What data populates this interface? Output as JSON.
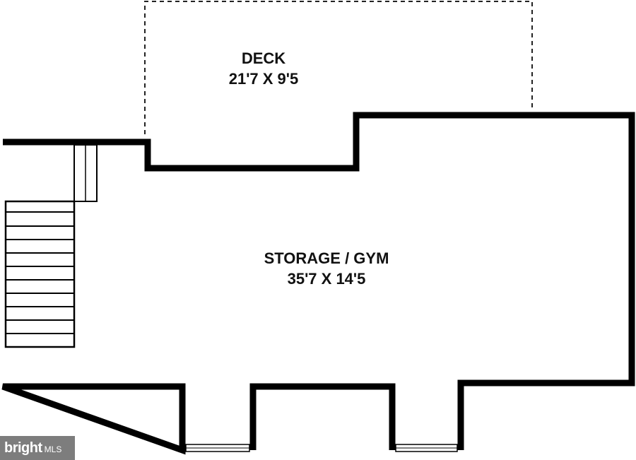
{
  "rooms": {
    "deck": {
      "name": "DECK",
      "dimensions": "21'7 X 9'5"
    },
    "storage_gym": {
      "name": "STORAGE / GYM",
      "dimensions": "35'7 X 14'5"
    }
  },
  "watermark": {
    "brand": "bright",
    "suffix": "MLS"
  },
  "colors": {
    "wall": "#000000",
    "background": "#ffffff",
    "watermark_bg": "#7d7d7d"
  }
}
